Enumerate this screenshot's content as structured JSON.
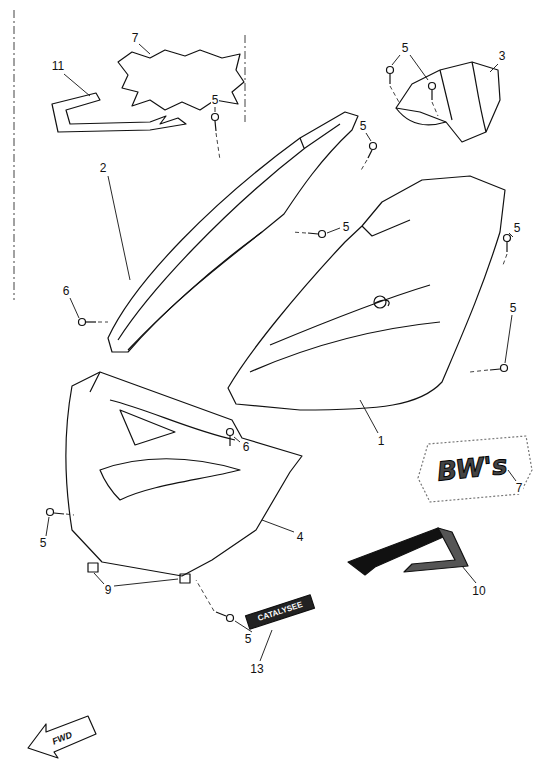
{
  "diagram": {
    "labels": [
      "7",
      "5",
      "3",
      "11",
      "5",
      "2",
      "5",
      "5",
      "5",
      "6",
      "5",
      "1",
      "6",
      "BW's",
      "7",
      "5",
      "4",
      "9",
      "10",
      "5",
      "CATALYSEE",
      "13",
      "FWD"
    ]
  }
}
